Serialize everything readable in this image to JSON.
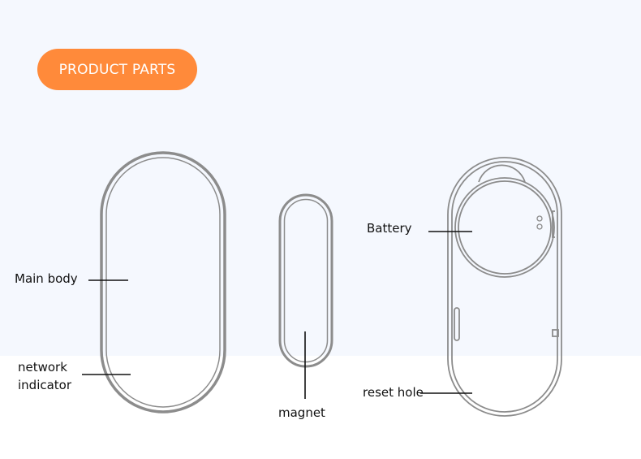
{
  "header": {
    "badge_label": "PRODUCT PARTS",
    "badge_color": "#ff8a3a"
  },
  "labels": {
    "main_body": "Main body",
    "network_indicator_line1": "network",
    "network_indicator_line2": "indicator",
    "magnet": "magnet",
    "battery": "Battery",
    "reset_hole": "reset hole"
  }
}
